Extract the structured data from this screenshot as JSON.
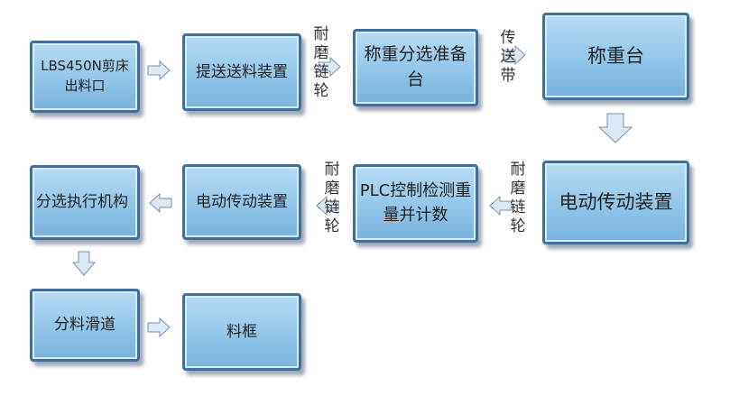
{
  "nodes": [
    "LBS450N剪床出料口",
    "提送送料装置",
    "称重分选准备台",
    "称重台",
    "电动传动装置",
    "PLC控制检测重量并计数",
    "电动传动装置",
    "分选执行机构",
    "分料滑道",
    "料框"
  ],
  "labels": [
    "耐磨链轮",
    "传送带",
    "耐磨链轮",
    "耐磨链轮"
  ],
  "colors": {
    "fill": "#8ec3e8",
    "border": "#3f6f9c",
    "arrow": "#dbe9f7"
  }
}
